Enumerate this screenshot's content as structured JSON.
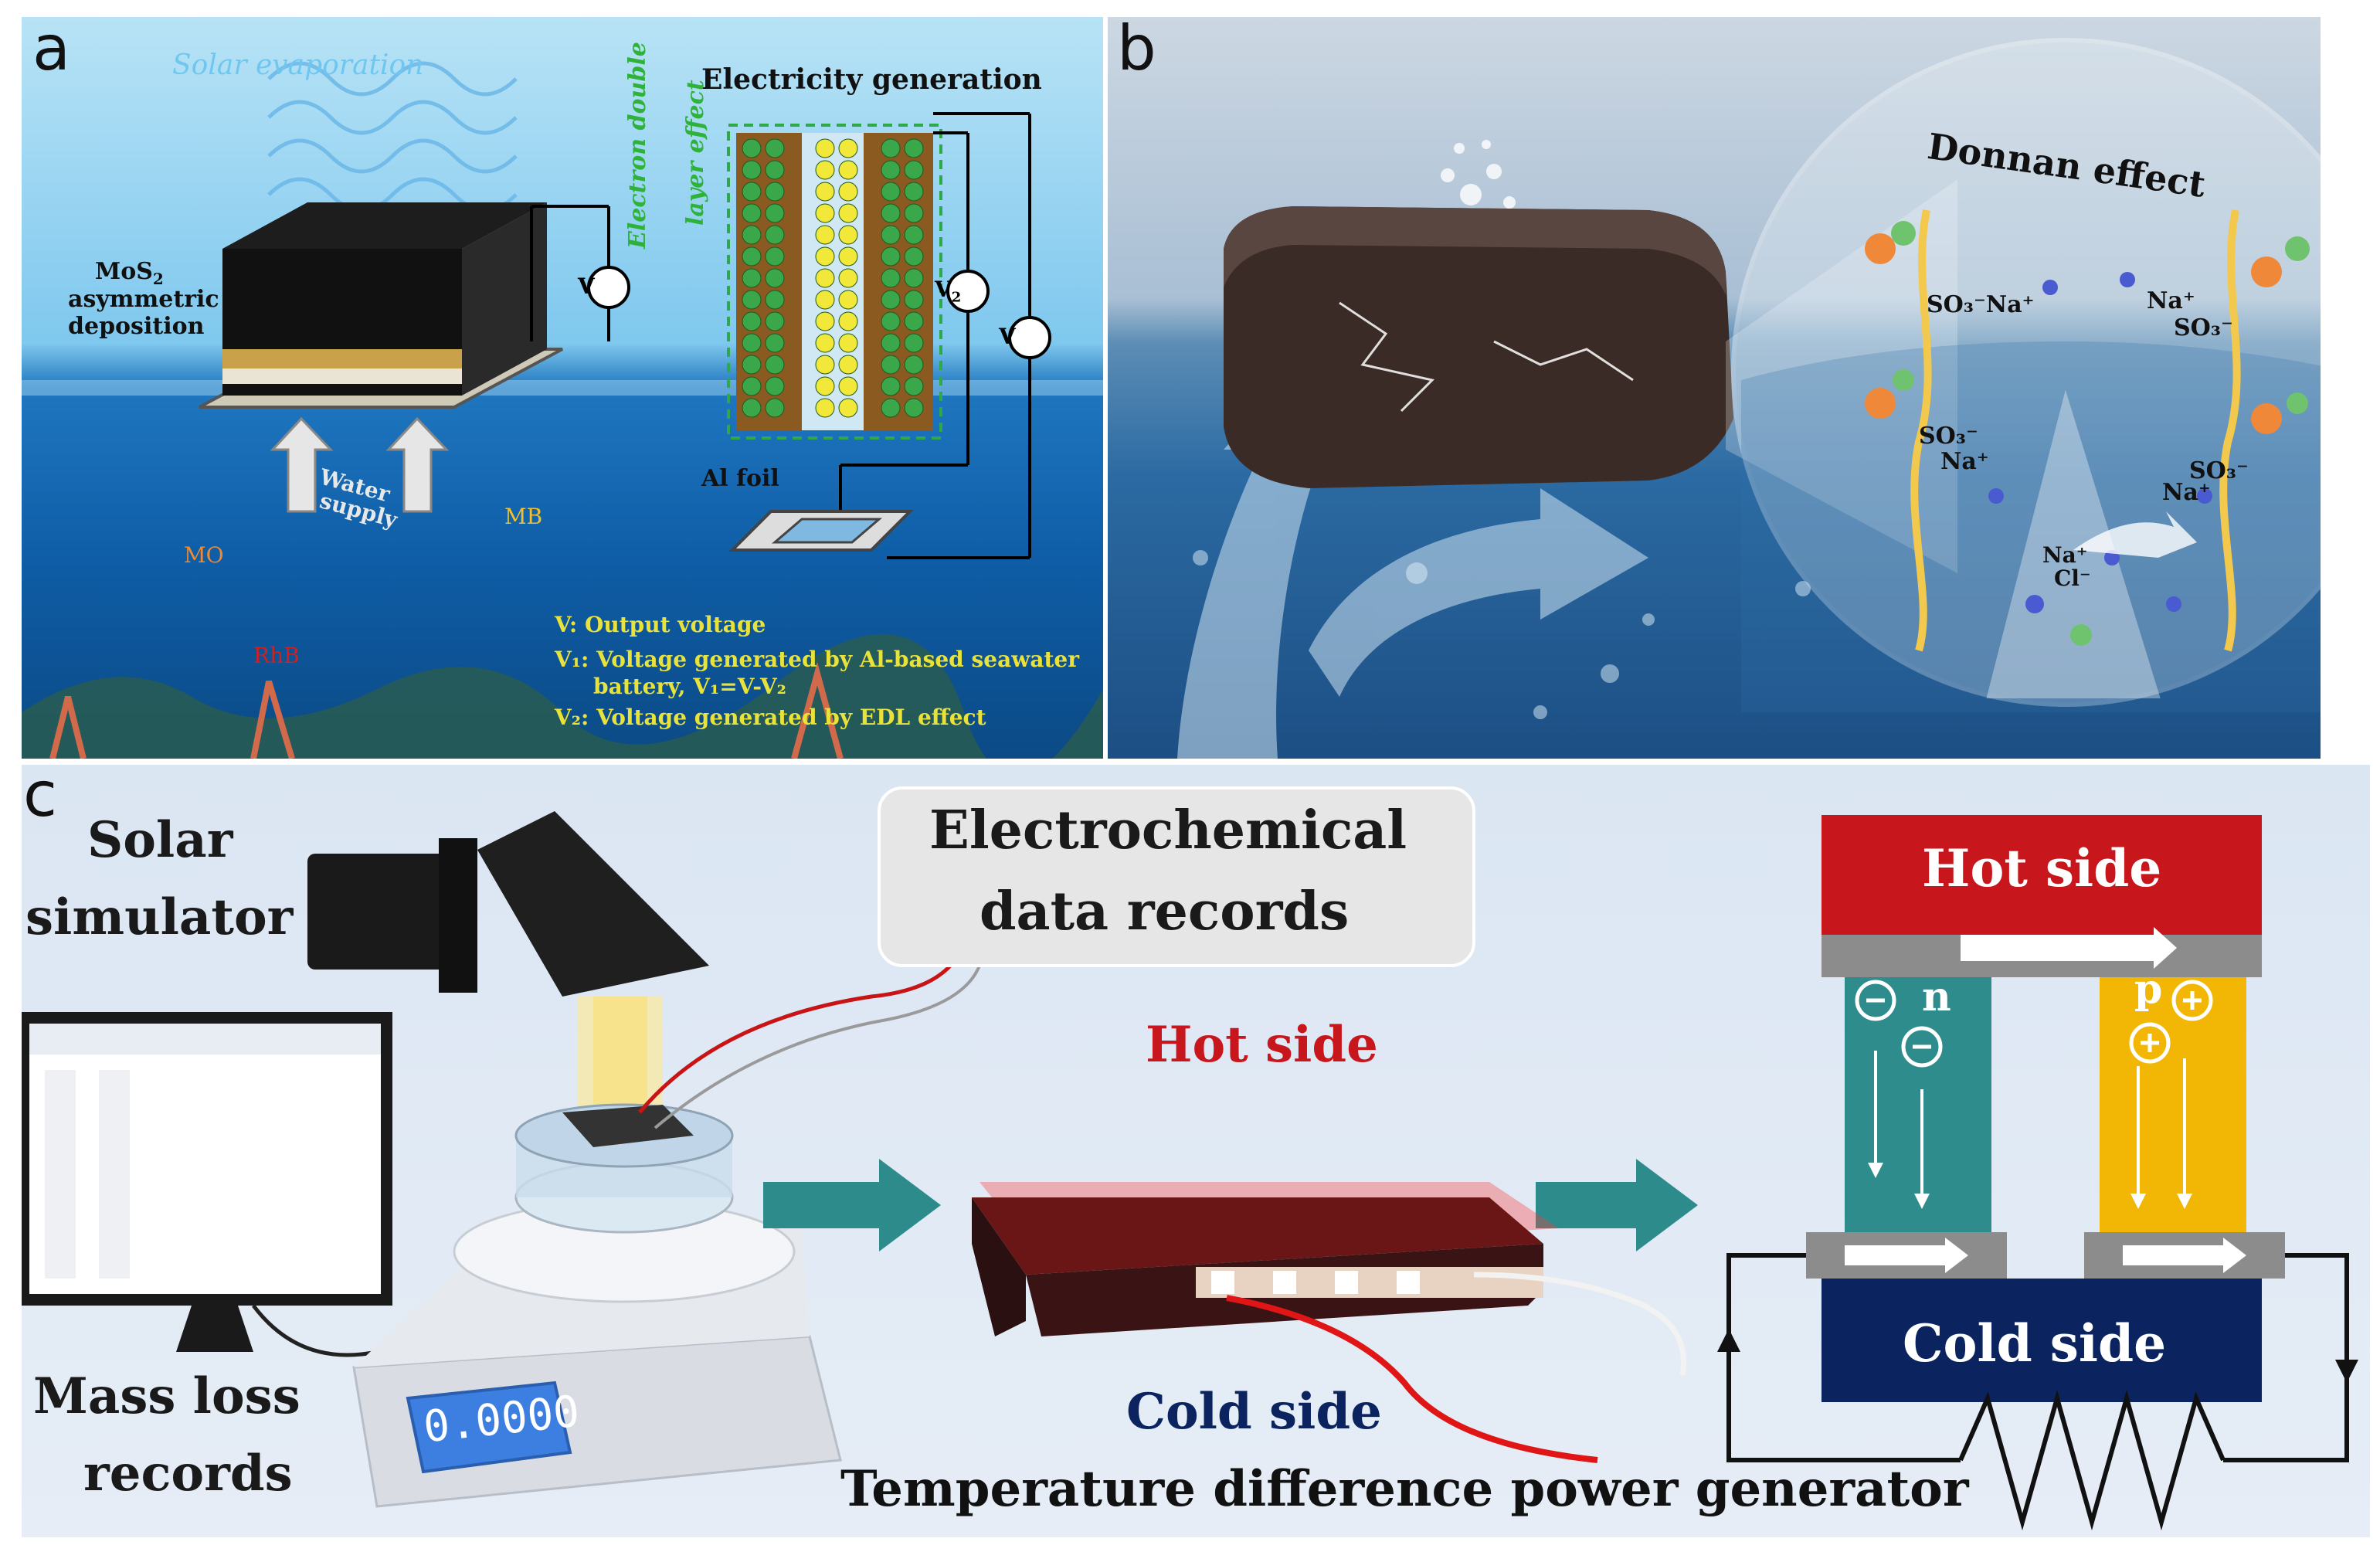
{
  "panel_a": {
    "label": "a",
    "solar_evaporation": "Solar evaporation",
    "electricity_generation": "Electricity generation",
    "deposition_line1": "MoS",
    "deposition_sub": "2",
    "deposition_line2": "asymmetric",
    "deposition_line3": "deposition",
    "edl_line1": "Electron double",
    "edl_line2": "layer effect",
    "water_supply_line1": "Water",
    "water_supply_line2": "supply",
    "al_foil": "Al foil",
    "mo": "MO",
    "mb": "MB",
    "rhb": "RhB",
    "voltmeter_v": "V",
    "voltmeter_v2": "V",
    "voltmeter_v2_sub": "2",
    "legend_1": "V:  Output voltage",
    "legend_2a": "V₁: Voltage generated by Al-based seawater",
    "legend_2b": "battery, V₁=V-V₂",
    "legend_3": "V₂: Voltage generated by EDL effect",
    "colors": {
      "yellow_text": "#e8e23a",
      "green_italic": "#2fb23a"
    }
  },
  "panel_b": {
    "label": "b",
    "donnan_effect": "Donnan effect",
    "so3na_left": "SO₃⁻Na⁺",
    "na_so3_right_a": "Na⁺",
    "na_so3_right_b": "SO₃⁻",
    "so3_left_mid": "SO₃⁻",
    "na_left_mid": "Na⁺",
    "so3_right_mid": "SO₃⁻",
    "na_right_mid": "Na⁺",
    "na_center": "Na⁺",
    "cl_center": "Cl⁻"
  },
  "panel_c": {
    "label": "c",
    "solar_simulator_1": "Solar",
    "solar_simulator_2": "simulator",
    "electrochemical_1": "Electrochemical",
    "electrochemical_2": "data records",
    "hot_side_label": "Hot side",
    "cold_side_label": "Cold side",
    "generator_title": "Temperature difference power generator",
    "mass_loss_1": "Mass loss",
    "mass_loss_2": "records",
    "balance_readout": "0.0000",
    "thermo_hot": "Hot side",
    "thermo_cold": "Cold side",
    "n_label": "n",
    "p_label": "p",
    "colors": {
      "hot": "#c8161d",
      "cold": "#0b2460",
      "n_leg": "#2f8c8c",
      "p_leg": "#f2b705",
      "arrow": "#2e8b8b"
    }
  }
}
